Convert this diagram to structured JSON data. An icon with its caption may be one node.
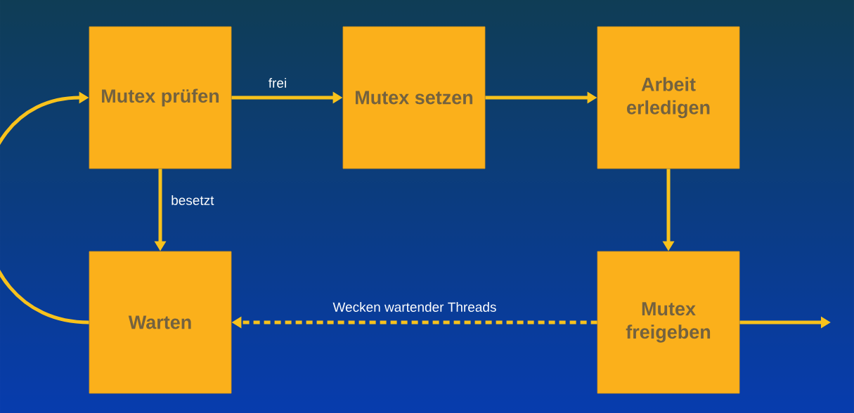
{
  "diagram": {
    "nodes": [
      {
        "text": [
          "Mutex prüfen"
        ]
      },
      {
        "text": [
          "Mutex setzen"
        ]
      },
      {
        "text": [
          "Arbeit erledigen"
        ]
      },
      {
        "text": [
          "Warten"
        ]
      },
      {
        "text": [
          "Mutex freigeben"
        ]
      }
    ],
    "edges": [
      {
        "from": 0,
        "to": 1,
        "arrow": "to",
        "label": "frei"
      },
      {
        "from": 1,
        "to": 2,
        "arrow": "to"
      },
      {
        "from": 2,
        "to": 4,
        "arrow": "to"
      },
      {
        "from": 0,
        "to": 3,
        "arrow": "to",
        "label": "besetzt"
      },
      {
        "from": 4,
        "to": 3,
        "arrow": "to",
        "label": "Wecken wartender Threads",
        "style": "dashed"
      },
      {
        "from": 3,
        "to": 0,
        "arrow": "to"
      },
      {
        "from": 4,
        "to": null,
        "arrow": "to"
      }
    ]
  }
}
